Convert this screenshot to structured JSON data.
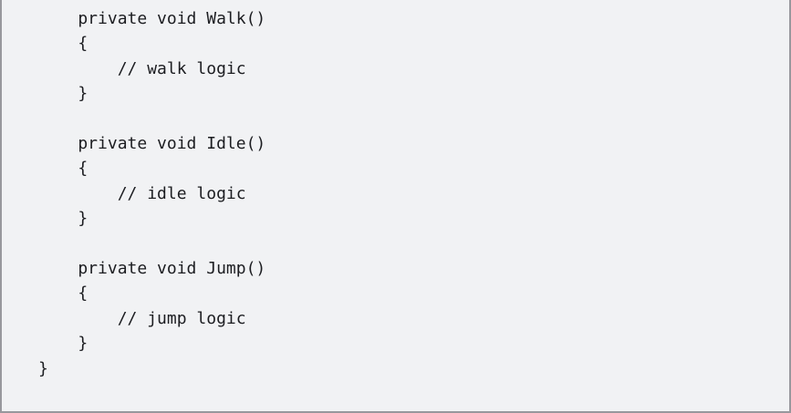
{
  "colors": {
    "background": "#f1f2f4",
    "border": "#98989d",
    "text": "#1c1d21"
  },
  "code_block": {
    "lines": [
      "    private void Walk()",
      "    {",
      "        // walk logic",
      "    }",
      "",
      "    private void Idle()",
      "    {",
      "        // idle logic",
      "    }",
      "",
      "    private void Jump()",
      "    {",
      "        // jump logic",
      "    }",
      "}"
    ]
  }
}
